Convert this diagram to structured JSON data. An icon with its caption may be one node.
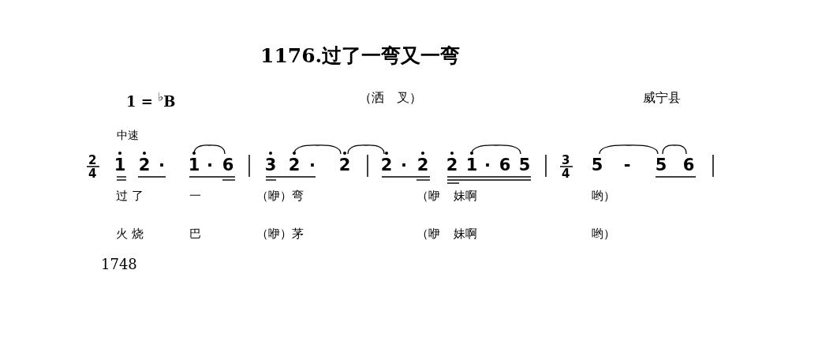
{
  "diagram": {
    "title": "1176.过了一弯又一弯",
    "labels": [
      "1 = $^{♭}$B",
      "（洒　叉）",
      "威宁县",
      "中速",
      "2",
      "4",
      "1 2 ·",
      "1 · 6",
      "3 2 ·",
      "2",
      "2 · 2",
      "2 1 · 6 5",
      "3",
      "4",
      "5 - 5 6",
      "过 了",
      "一",
      "（咿）弯",
      "（咿",
      "妹啊",
      "哟）",
      "火 烧",
      "巴",
      "（咿）茅",
      "（咿",
      "妹啊",
      "哟）",
      "1748"
    ]
  }
}
